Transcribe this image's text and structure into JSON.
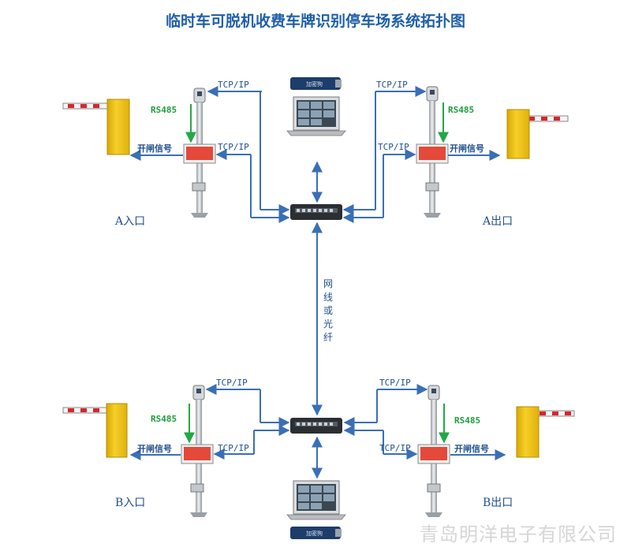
{
  "title": "临时车可脱机收费车牌识别停车场系统拓扑图",
  "labels": {
    "tcpip": "TCP/IP",
    "rs485": "RS485",
    "open_signal": "开闸信号",
    "network_cable": "网线或光纤"
  },
  "gates": {
    "a_entry": "A入口",
    "a_exit": "A出口",
    "b_entry": "B入口",
    "b_exit": "B出口"
  },
  "devices": {
    "laptop_top_brand": "加密狗",
    "laptop_bottom_brand": "加密狗"
  },
  "watermark": "青岛明洋电子有限公司",
  "colors": {
    "arrow": "#3a6fb5",
    "rs485": "#22a846",
    "barrier_body": "#f1c21b",
    "boom_red": "#d8262e"
  }
}
